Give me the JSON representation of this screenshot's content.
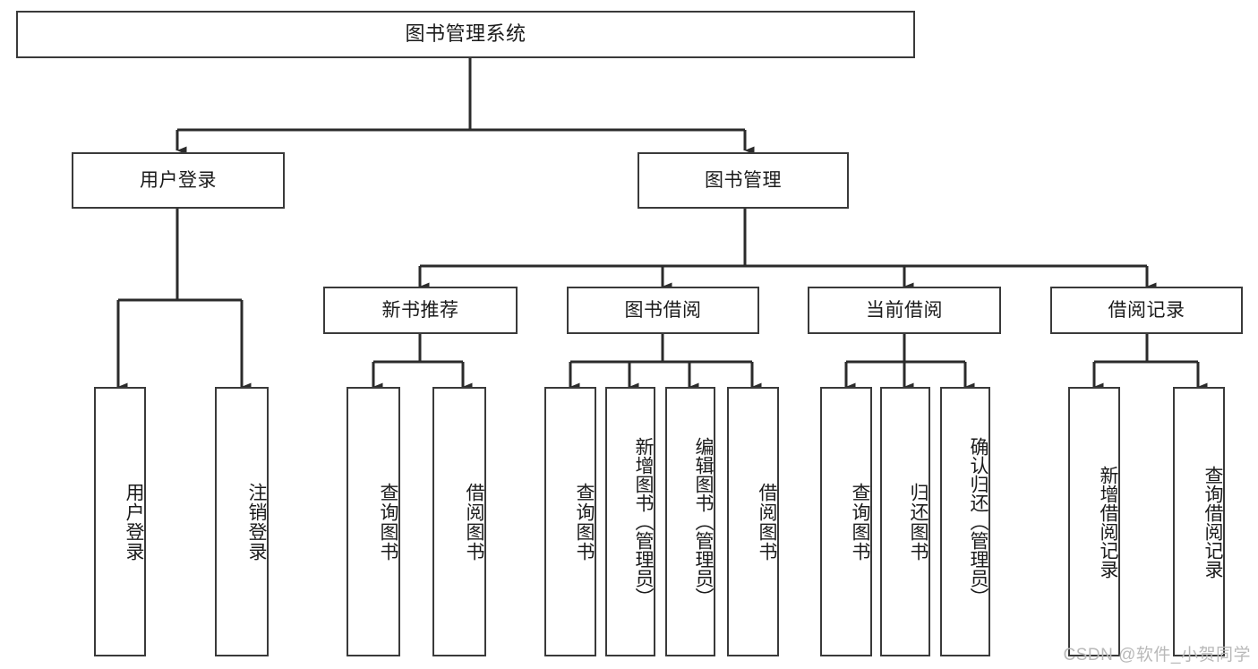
{
  "diagram": {
    "title": "图书管理系统",
    "type": "tree-hierarchy-diagram",
    "colors": {
      "background": "#ffffff",
      "box_border": "#3a3a3a",
      "box_fill": "#ffffff",
      "connector": "#2b2b2b",
      "text": "#1b1b1b",
      "watermark": "#b9b9b9"
    },
    "root": {
      "label": "图书管理系统"
    },
    "level1": [
      {
        "label": "用户登录"
      },
      {
        "label": "图书管理"
      }
    ],
    "level2": [
      {
        "label": "新书推荐"
      },
      {
        "label": "图书借阅"
      },
      {
        "label": "当前借阅"
      },
      {
        "label": "借阅记录"
      }
    ],
    "leaves": {
      "user_login": [
        {
          "label": "用户登录"
        },
        {
          "label": "注销登录"
        }
      ],
      "new_book_recommend": [
        {
          "label": "查询图书"
        },
        {
          "label": "借阅图书"
        }
      ],
      "book_borrow": [
        {
          "label": "查询图书"
        },
        {
          "label": "新增图书（管理员）"
        },
        {
          "label": "编辑图书（管理员）"
        },
        {
          "label": "借阅图书"
        }
      ],
      "current_borrow": [
        {
          "label": "查询图书"
        },
        {
          "label": "归还图书"
        },
        {
          "label": "确认归还（管理员）"
        }
      ],
      "borrow_records": [
        {
          "label": "新增借阅记录"
        },
        {
          "label": "查询借阅记录"
        }
      ]
    }
  },
  "watermark": {
    "text": "CSDN @软件_小贺同学"
  }
}
